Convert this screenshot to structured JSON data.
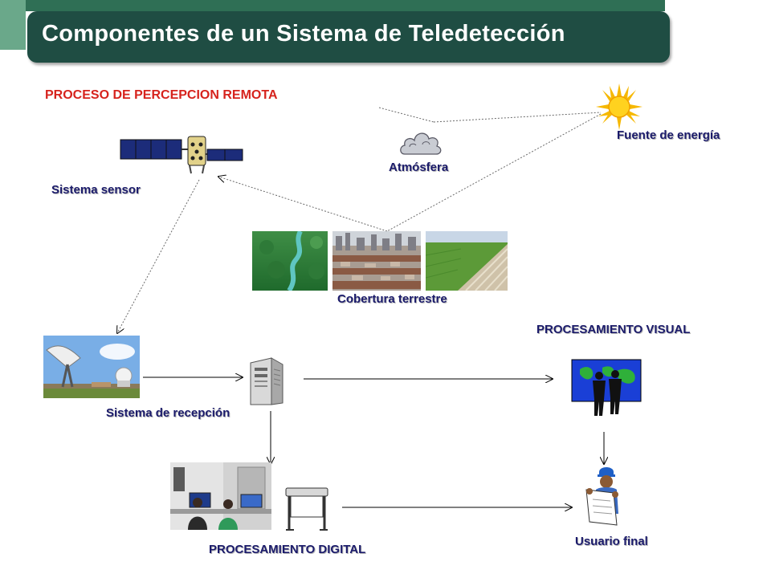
{
  "title": "Componentes de un Sistema de Teledetección",
  "process_title": "PROCESO DE PERCEPCION REMOTA",
  "labels": {
    "energy_source": "Fuente de energía",
    "atmosphere": "Atmósfera",
    "sensor": "Sistema sensor",
    "land_cover": "Cobertura terrestre",
    "visual_processing": "PROCESAMIENTO VISUAL",
    "reception": "Sistema de recepción",
    "digital_processing": "PROCESAMIENTO DIGITAL",
    "end_user": "Usuario final"
  },
  "icons": {
    "sun": "sun-icon",
    "cloud": "cloud-icon",
    "satellite": "satellite-icon",
    "antenna": "antenna-station-icon",
    "server": "server-tower-icon",
    "map_people": "map-viewers-icon",
    "user": "user-reading-icon",
    "lab": "computer-lab-icon",
    "plotter": "plotter-icon"
  },
  "colors": {
    "title_bg": "#1f4d43",
    "process_title": "#d6231d",
    "label_text": "#1b1b6b"
  }
}
